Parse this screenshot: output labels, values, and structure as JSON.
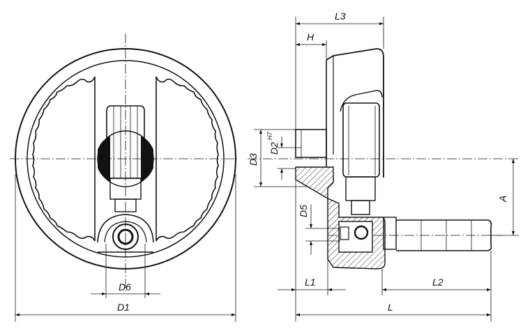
{
  "dimensions": {
    "D1": "D1",
    "D6": "D6",
    "L3": "L3",
    "H": "H",
    "D3": "D3",
    "D2": "D2",
    "D2_tolerance": "H7",
    "D5": "D5",
    "A": "A",
    "L1": "L1",
    "L2": "L2",
    "L": "L"
  }
}
